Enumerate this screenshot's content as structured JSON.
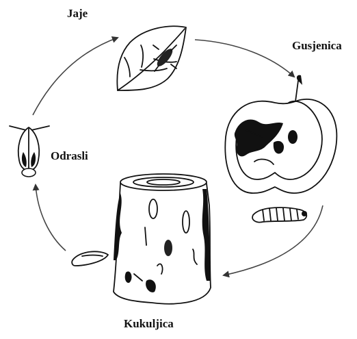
{
  "diagram": {
    "title": "",
    "stages": {
      "egg": "Jaje",
      "larva": "Gusjenica",
      "pupa": "Kukuljica",
      "adult": "Odrasli"
    }
  }
}
